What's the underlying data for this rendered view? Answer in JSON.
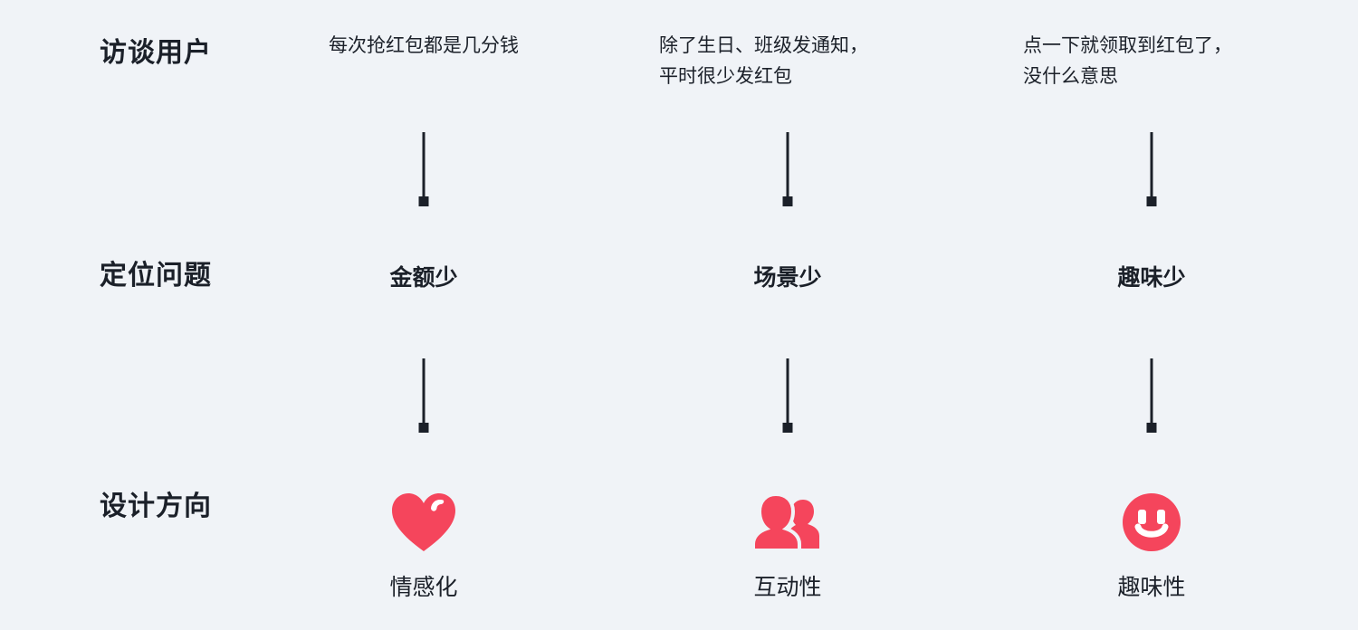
{
  "background_color": "#f0f3f7",
  "text_color": "#1b2029",
  "accent_color": "#f5455c",
  "rows": {
    "interview": {
      "label": "访谈用户"
    },
    "problem": {
      "label": "定位问题"
    },
    "direction": {
      "label": "设计方向"
    }
  },
  "columns": [
    {
      "quote": "每次抢红包都是几分钱",
      "quote_align": "center",
      "problem": "金额少",
      "icon": "heart-icon",
      "direction_label": "情感化"
    },
    {
      "quote": "除了生日、班级发通知，\n平时很少发红包",
      "quote_align": "left",
      "problem": "场景少",
      "icon": "people-icon",
      "direction_label": "互动性"
    },
    {
      "quote": "点一下就领取到红包了，\n没什么意思",
      "quote_align": "left",
      "problem": "趣味少",
      "icon": "smiley-icon",
      "direction_label": "趣味性"
    }
  ]
}
